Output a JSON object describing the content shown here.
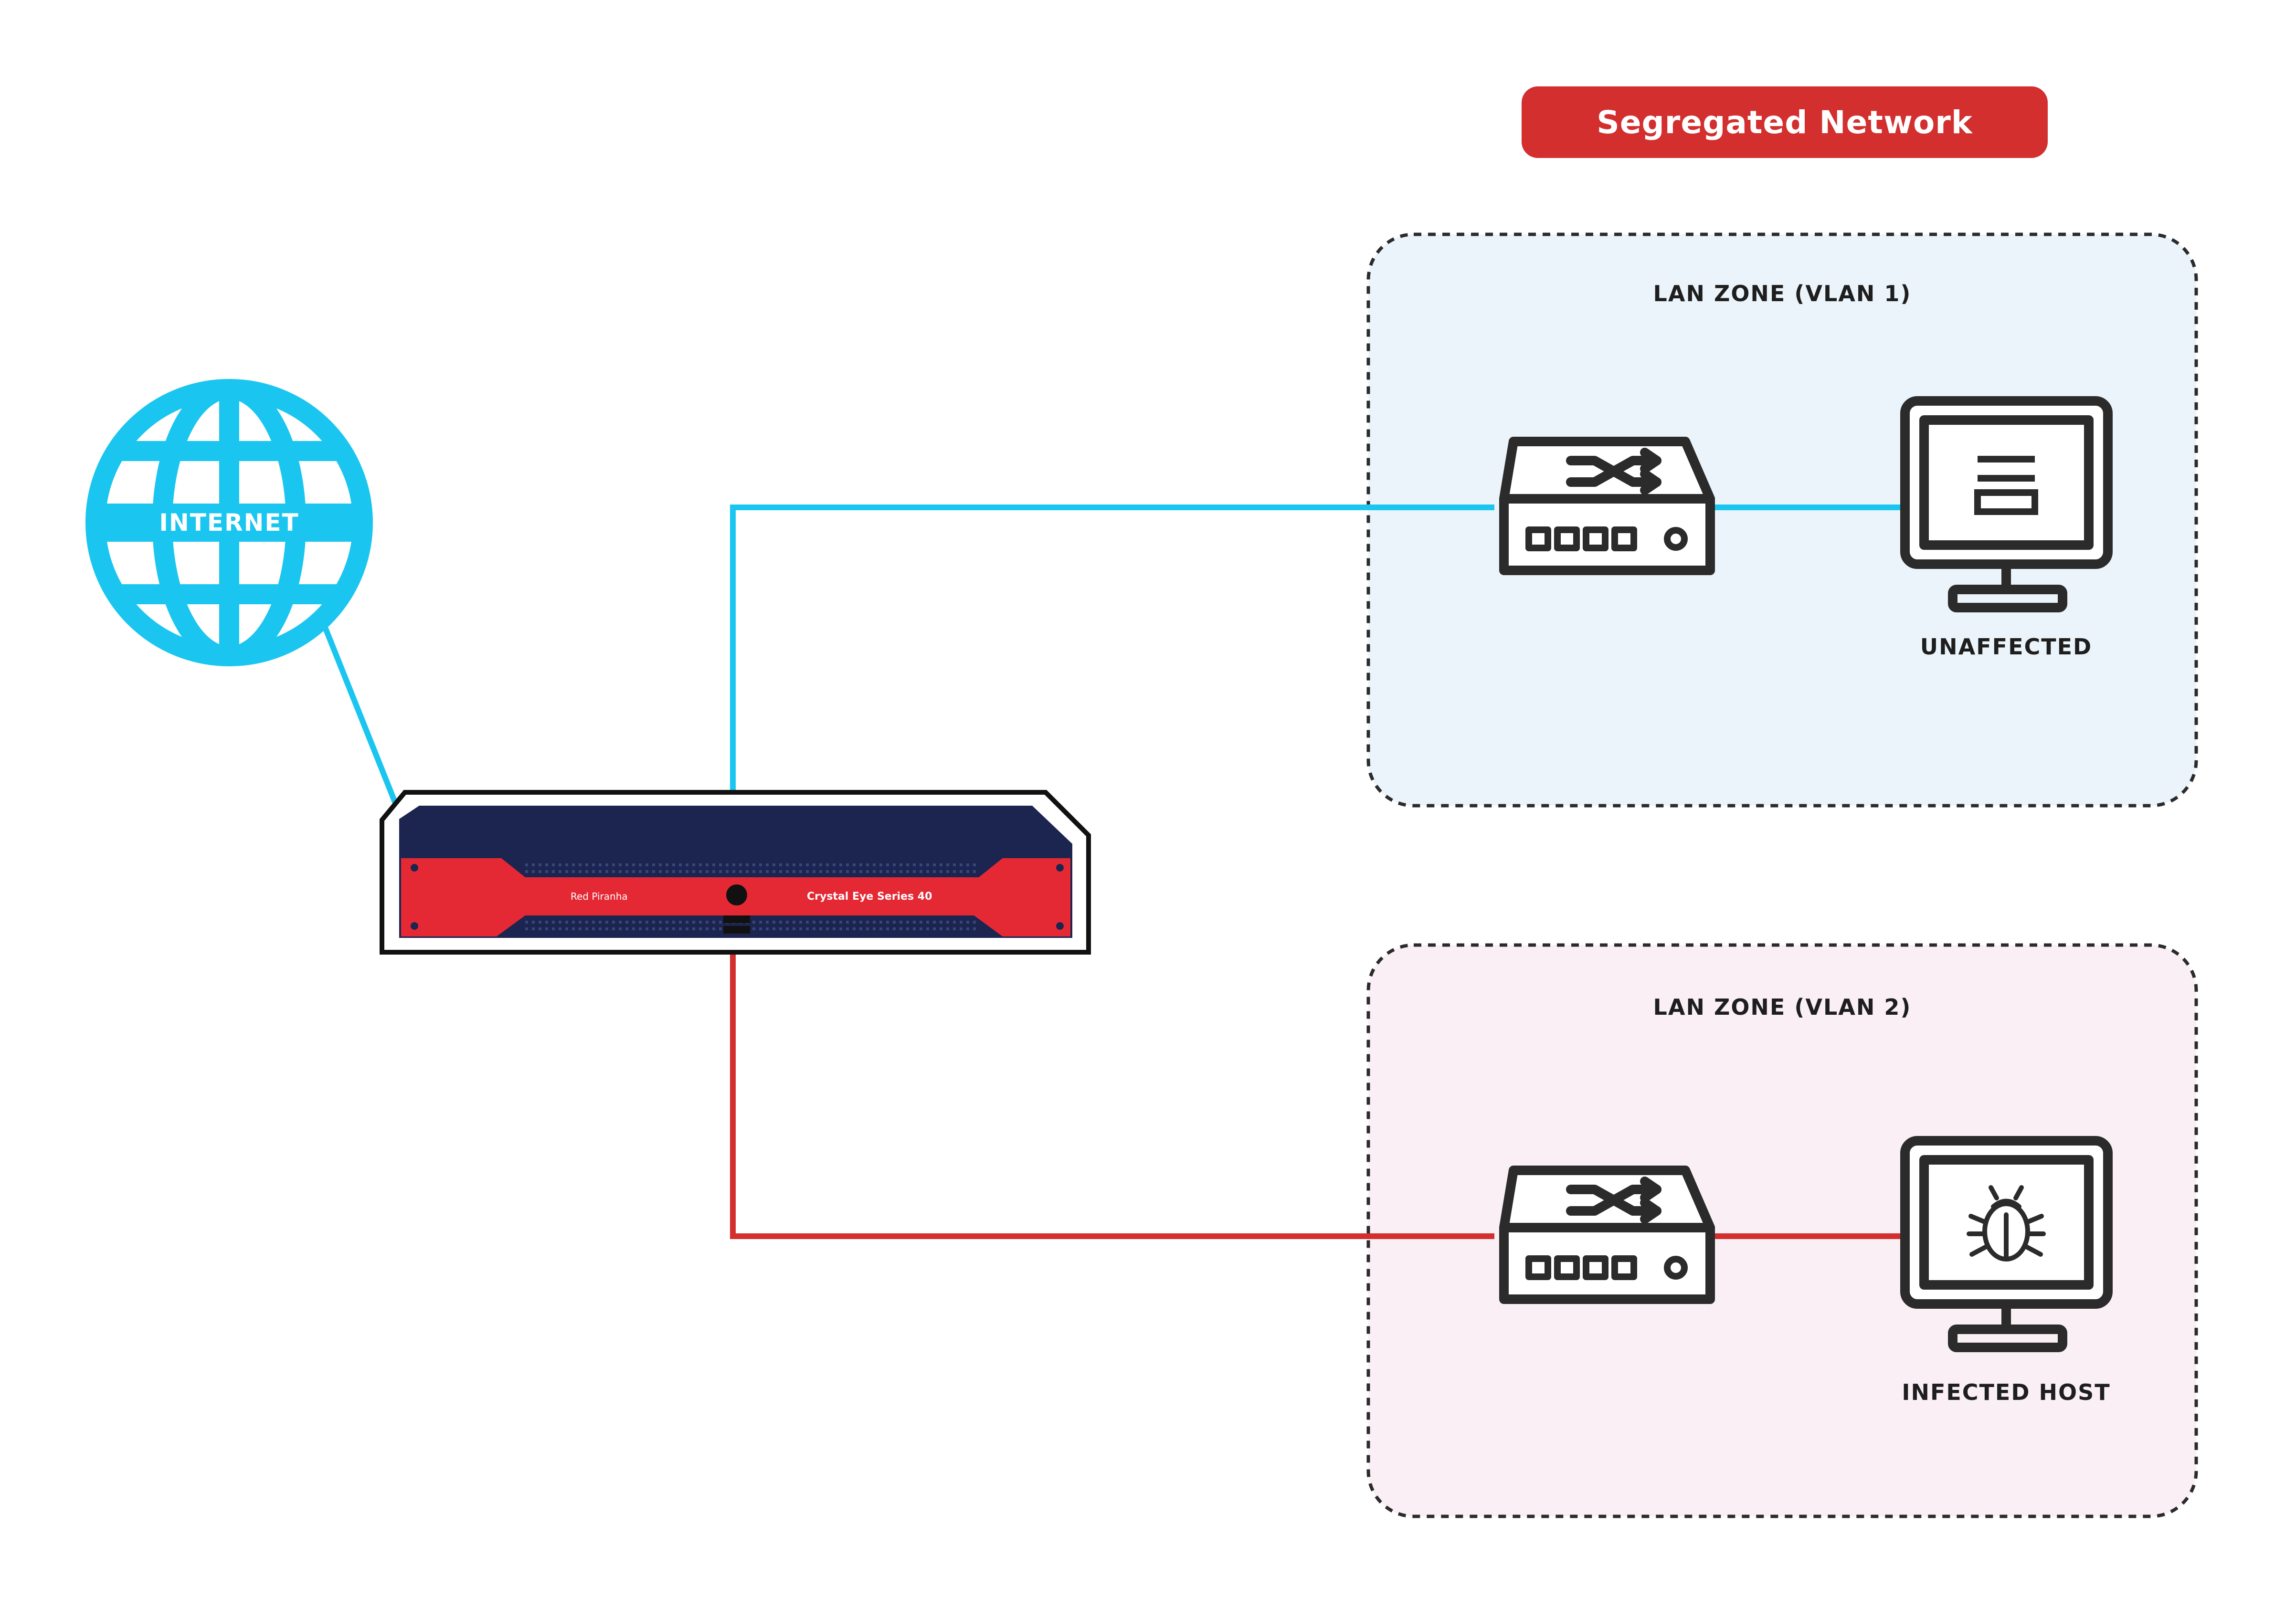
{
  "header": {
    "title": "Segregated Network"
  },
  "internet": {
    "label": "INTERNET"
  },
  "firewall": {
    "brand": "Red Piranha",
    "model": "Crystal Eye Series 40"
  },
  "zones": [
    {
      "title": "LAN ZONE (VLAN 1)",
      "host_label": "UNAFFECTED",
      "host_icon": "list-icon",
      "link_color": "#1ac6ef",
      "fill": "#ebf4fa"
    },
    {
      "title": "LAN ZONE (VLAN 2)",
      "host_label": "INFECTED HOST",
      "host_icon": "bug-icon",
      "link_color": "#d32f2f",
      "fill": "#f9eff4"
    }
  ],
  "colors": {
    "accent_red": "#d32f2f",
    "internet_blue": "#1ac6ef",
    "firewall_navy": "#1c2450",
    "firewall_red": "#e52934",
    "icon_stroke": "#2b2b2b"
  }
}
